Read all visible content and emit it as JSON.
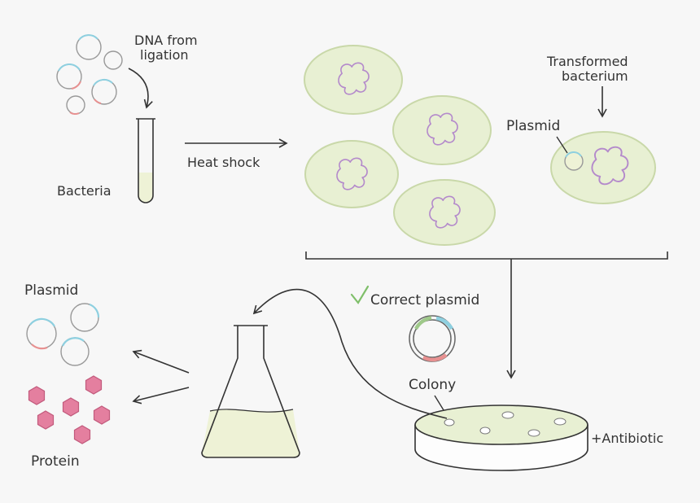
{
  "labels": {
    "dna_from": "DNA from",
    "ligation": "ligation",
    "bacteria": "Bacteria",
    "heat_shock": "Heat shock",
    "transformed": "Transformed",
    "bacterium": "bacterium",
    "plasmid_top": "Plasmid",
    "correct_plasmid": "Correct plasmid",
    "colony": "Colony",
    "antibiotic": "+Antibiotic",
    "plasmid_left": "Plasmid",
    "protein": "Protein"
  },
  "colors": {
    "background": "#f7f7f7",
    "ink": "#333333",
    "cell_fill": "#e8f0d3",
    "cell_stroke": "#c9d8a9",
    "chromosome": "#b48acb",
    "plasmid_blue": "#8ed0e0",
    "plasmid_red": "#e89090",
    "plasmid_green": "#9fc98a",
    "protein_fill": "#e47f9f",
    "protein_stroke": "#c25a7c",
    "culture": "#eef2d6",
    "check": "#7fbf6a"
  },
  "icons": {
    "check": "checkmark-icon"
  }
}
